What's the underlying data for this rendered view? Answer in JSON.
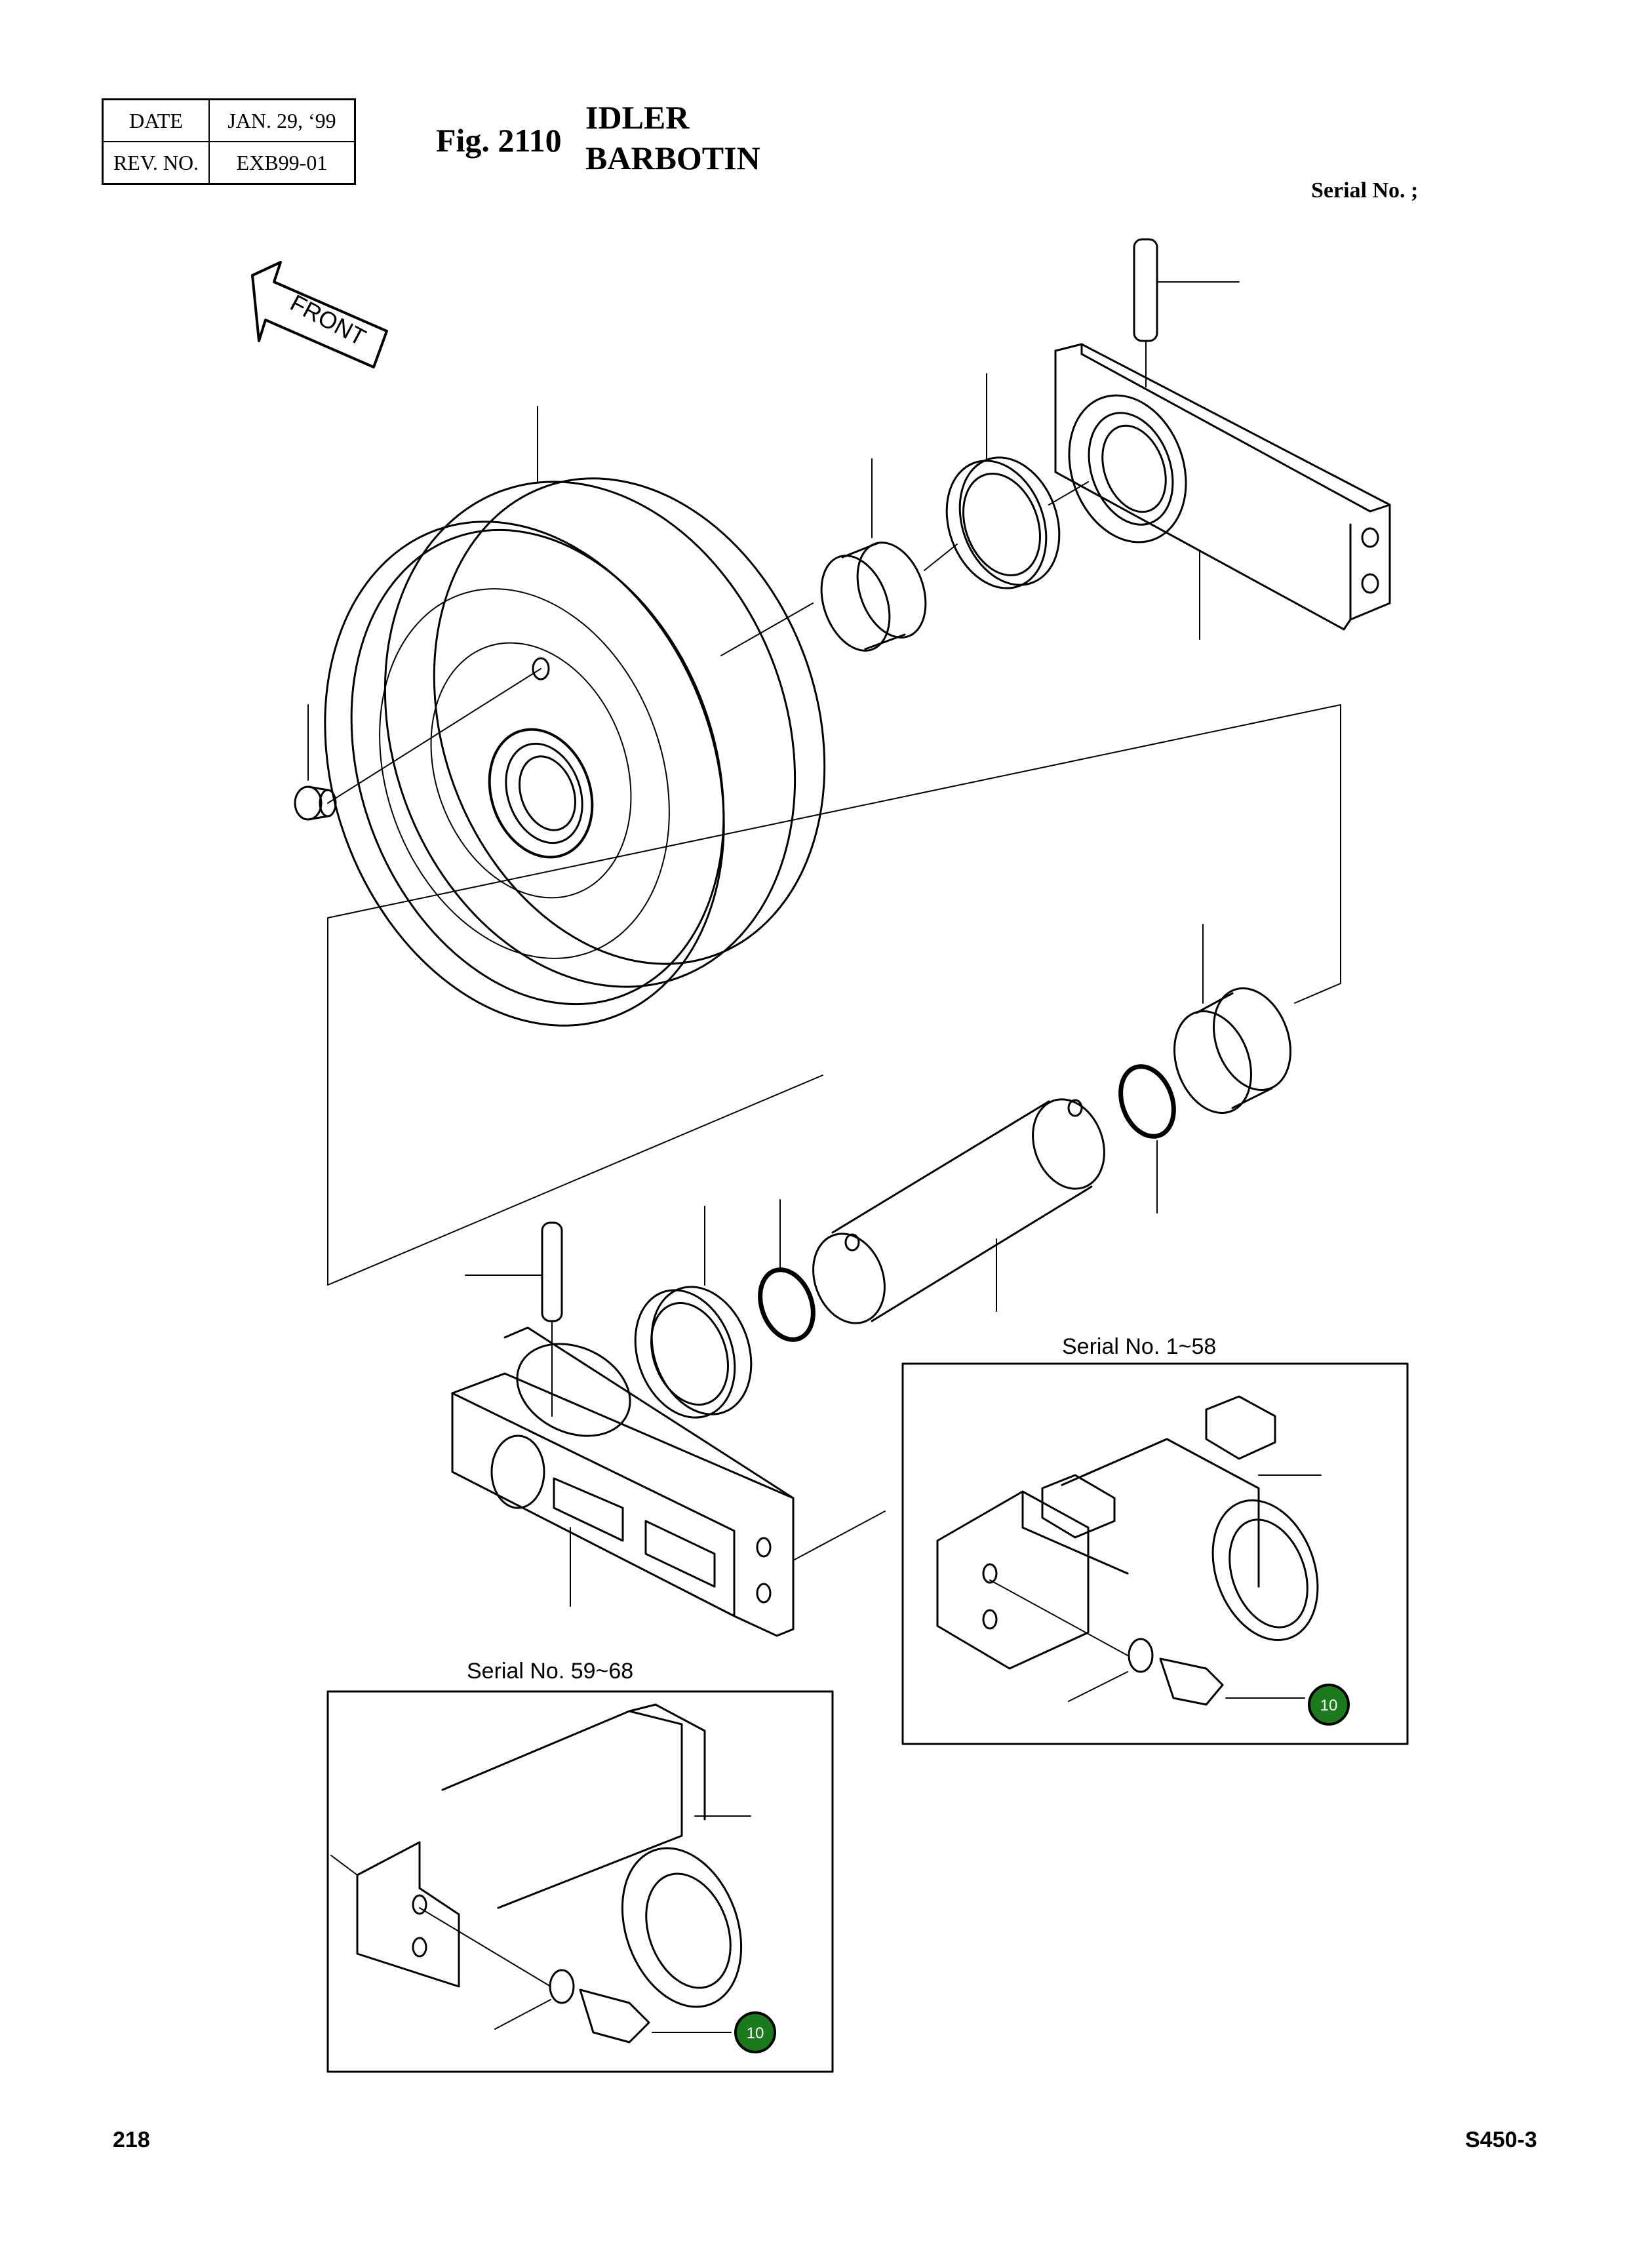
{
  "header": {
    "date_label": "DATE",
    "date_value": "JAN. 29, ‘99",
    "rev_label": "REV. NO.",
    "rev_value": "EXB99-01",
    "fig_label": "Fig. 2110",
    "title_line1": "IDLER",
    "title_line2": "BARBOTIN",
    "serial_no_text": "Serial No. ;"
  },
  "drawing": {
    "front_arrow_text": "FRONT",
    "inset_1_title": "Serial No.  1~58",
    "inset_2_title": "Serial No.  59~68",
    "callout_1_label": "10",
    "callout_2_label": "10",
    "callout_color": "#1b7a1b"
  },
  "footer": {
    "page_number": "218",
    "model": "S450-3"
  }
}
